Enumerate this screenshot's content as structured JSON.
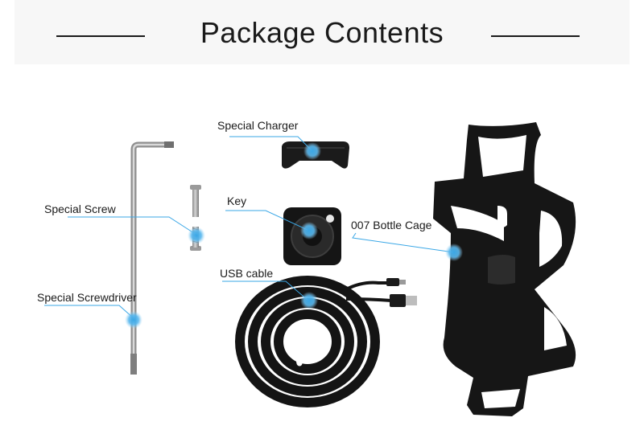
{
  "title": "Package Contents",
  "accent_color": "#3aa7e6",
  "items": [
    {
      "id": "special-charger",
      "label": "Special Charger"
    },
    {
      "id": "key",
      "label": "Key"
    },
    {
      "id": "special-screw",
      "label": "Special Screw"
    },
    {
      "id": "bottle-cage",
      "label": "007 Bottle Cage"
    },
    {
      "id": "usb-cable",
      "label": "USB cable"
    },
    {
      "id": "special-screwdriver",
      "label": "Special Screwdriver"
    }
  ]
}
